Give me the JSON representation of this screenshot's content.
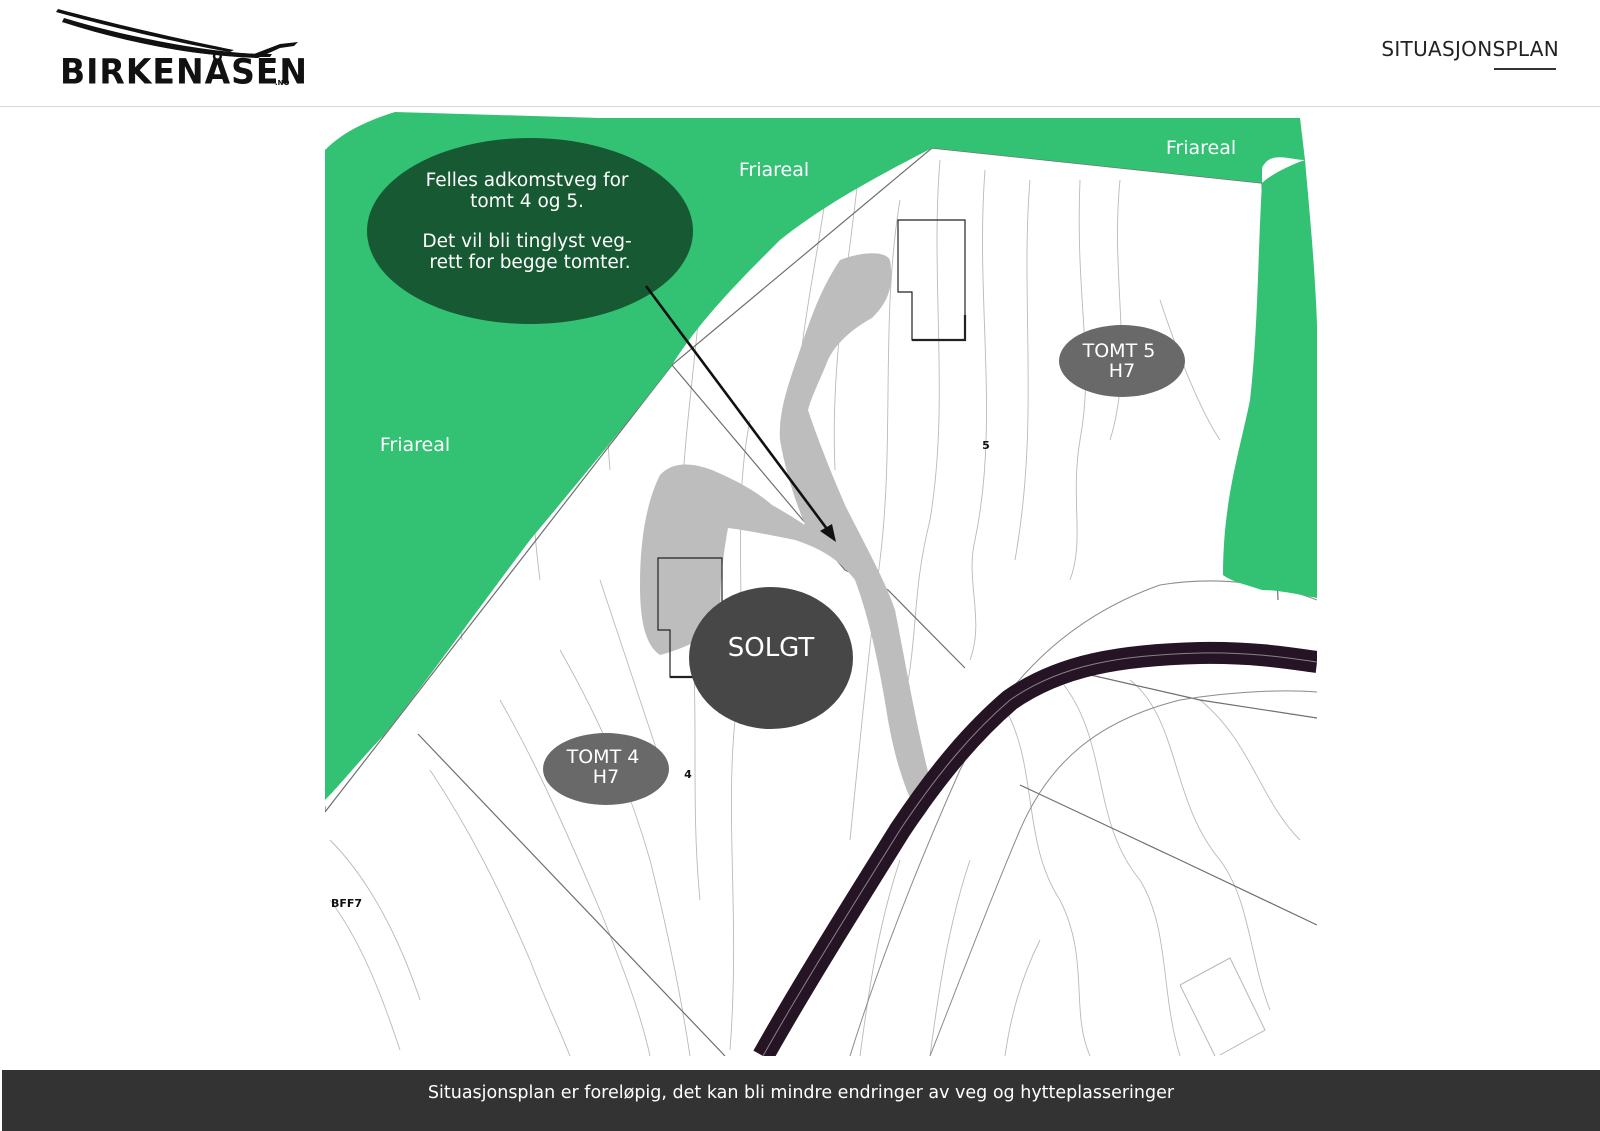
{
  "header": {
    "logo_text": "BIRKENÅSEN",
    "logo_suffix": ".NO",
    "page_title": "SITUASJONSPLAN"
  },
  "map": {
    "callout_lines": [
      "Felles adkomstveg for",
      "tomt 4 og 5.",
      "",
      "Det vil bli tinglyst veg-",
      "rett for begge tomter."
    ],
    "area_labels": [
      "Friareal",
      "Friareal",
      "Friareal"
    ],
    "tomt5": {
      "line1": "TOMT 5",
      "line2": "H7"
    },
    "tomt4": {
      "line1": "TOMT 4",
      "line2": "H7"
    },
    "sold": "SOLGT",
    "plot_numbers": {
      "five": "5",
      "four": "4"
    },
    "zone_code": "BFF7",
    "colors": {
      "green": "#33c173",
      "callout": "#175932",
      "road": "#241424",
      "access_road": "#bdbdbd",
      "sold": "#474747",
      "tomt": "#696969"
    }
  },
  "footer": {
    "notice": "Situasjonsplan er foreløpig, det kan bli mindre endringer av veg og hytteplasseringer"
  }
}
